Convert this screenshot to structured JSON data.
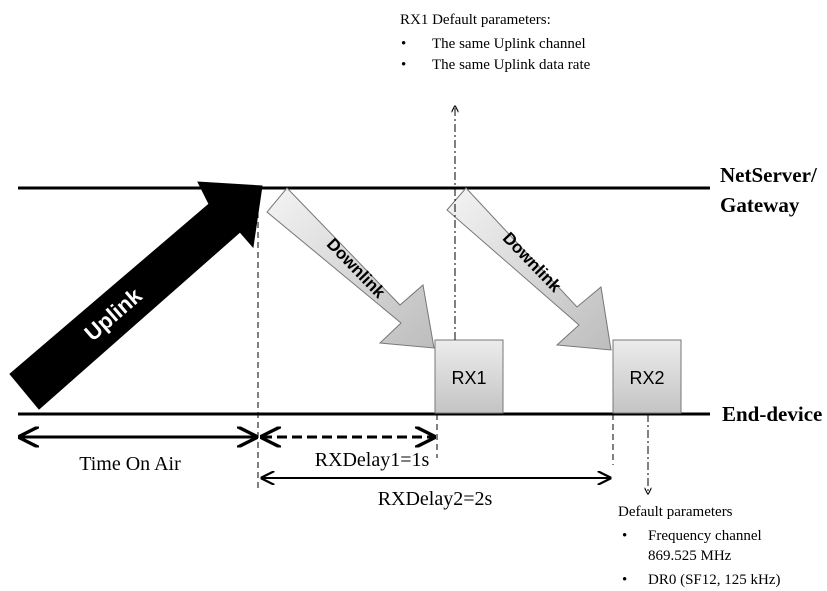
{
  "lines": {
    "top_label_1": "NetServer/",
    "top_label_2": "Gateway",
    "bottom_label": "End-device"
  },
  "arrows": {
    "uplink": "Uplink",
    "downlink_1": "Downlink",
    "downlink_2": "Downlink"
  },
  "windows": {
    "rx1": "RX1",
    "rx2": "RX2"
  },
  "timings": {
    "time_on_air": "Time On Air",
    "rx_delay_1": "RXDelay1=1s",
    "rx_delay_2": "RXDelay2=2s"
  },
  "rx1_note": {
    "title": "RX1 Default parameters:",
    "items": [
      "The same Uplink channel",
      "The same Uplink data rate"
    ]
  },
  "rx2_note": {
    "title": "Default parameters",
    "items": [
      {
        "line1": "Frequency channel",
        "line2": "869.525 MHz"
      },
      {
        "line1": "DR0 (SF12, 125 kHz)"
      }
    ]
  },
  "colors": {
    "uplink_fill": "#000000",
    "downlink_fill_light": "#f2f2f2",
    "downlink_fill_dark": "#bfbfbf",
    "rx_box_fill": "#d9d9d9",
    "line": "#000000"
  }
}
